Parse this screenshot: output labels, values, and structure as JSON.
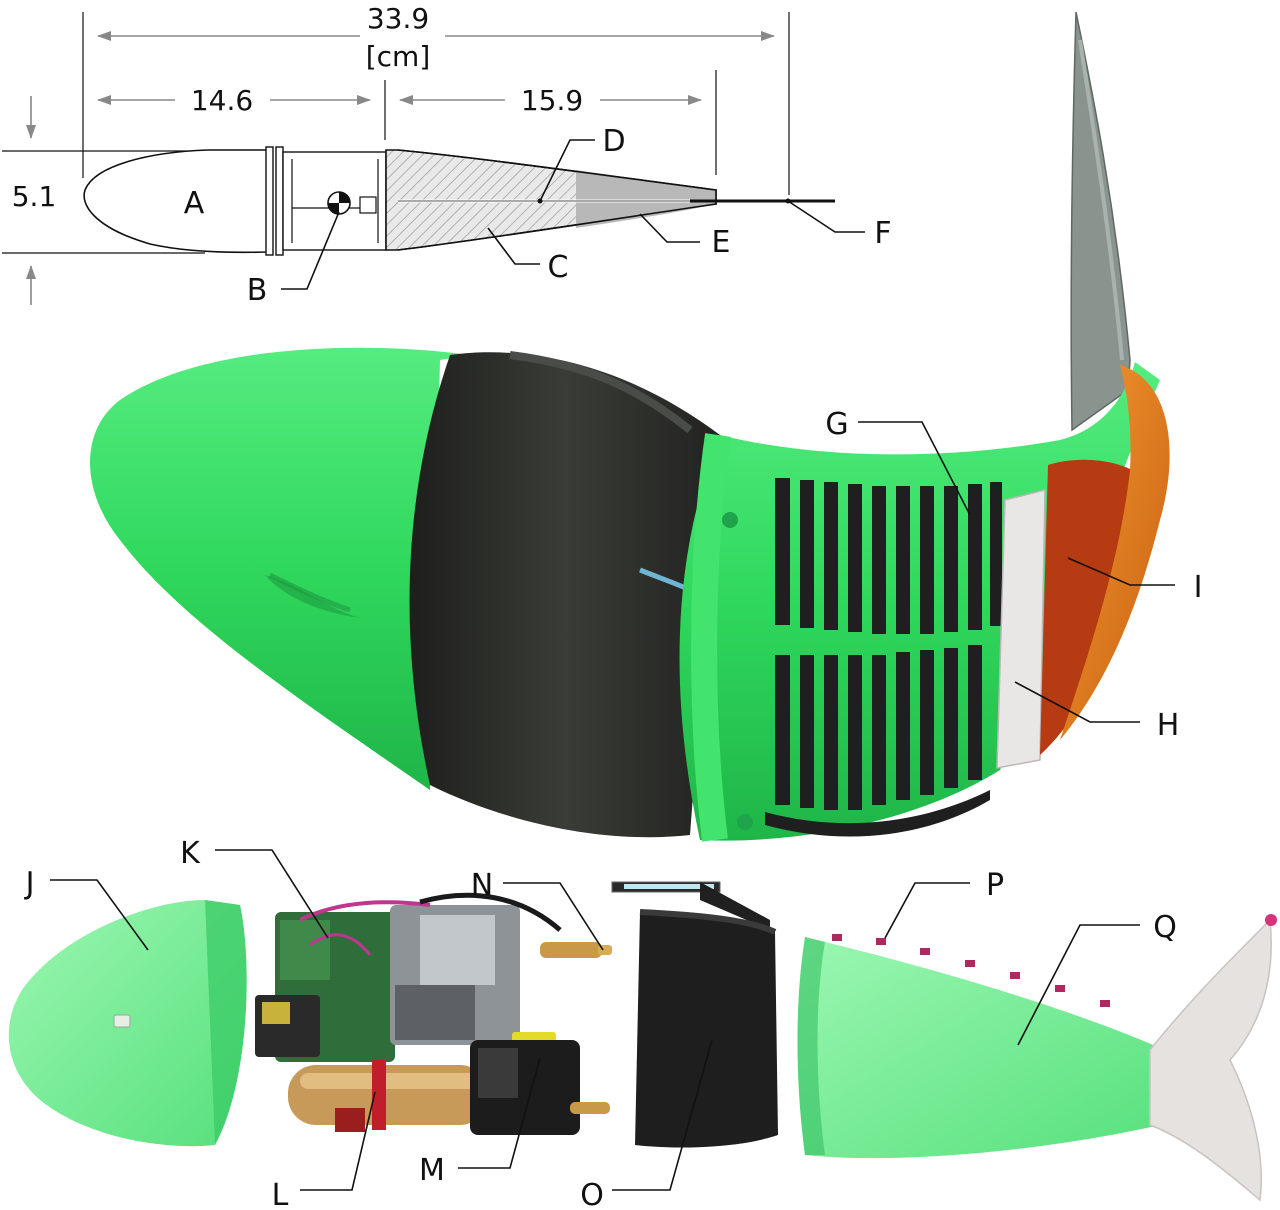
{
  "dimensions": {
    "total": "33.9",
    "unit": "[cm]",
    "front": "14.6",
    "tail": "15.9",
    "height": "5.1"
  },
  "labels": {
    "A": "A",
    "B": "B",
    "C": "C",
    "D": "D",
    "E": "E",
    "F": "F",
    "G": "G",
    "H": "H",
    "I": "I",
    "J": "J",
    "K": "K",
    "L": "L",
    "M": "M",
    "N": "N",
    "O": "O",
    "P": "P",
    "Q": "Q"
  },
  "colors": {
    "body_green": "#3ee06a",
    "light_green": "#7cf59a",
    "band_dark": "#2e302c",
    "flap_orange": "#e8821c",
    "flap_red": "#b83a12",
    "fin_gray": "#7d8882",
    "hatch_gray": "#c8c8c8",
    "tail_gray": "#b8b8b8"
  }
}
